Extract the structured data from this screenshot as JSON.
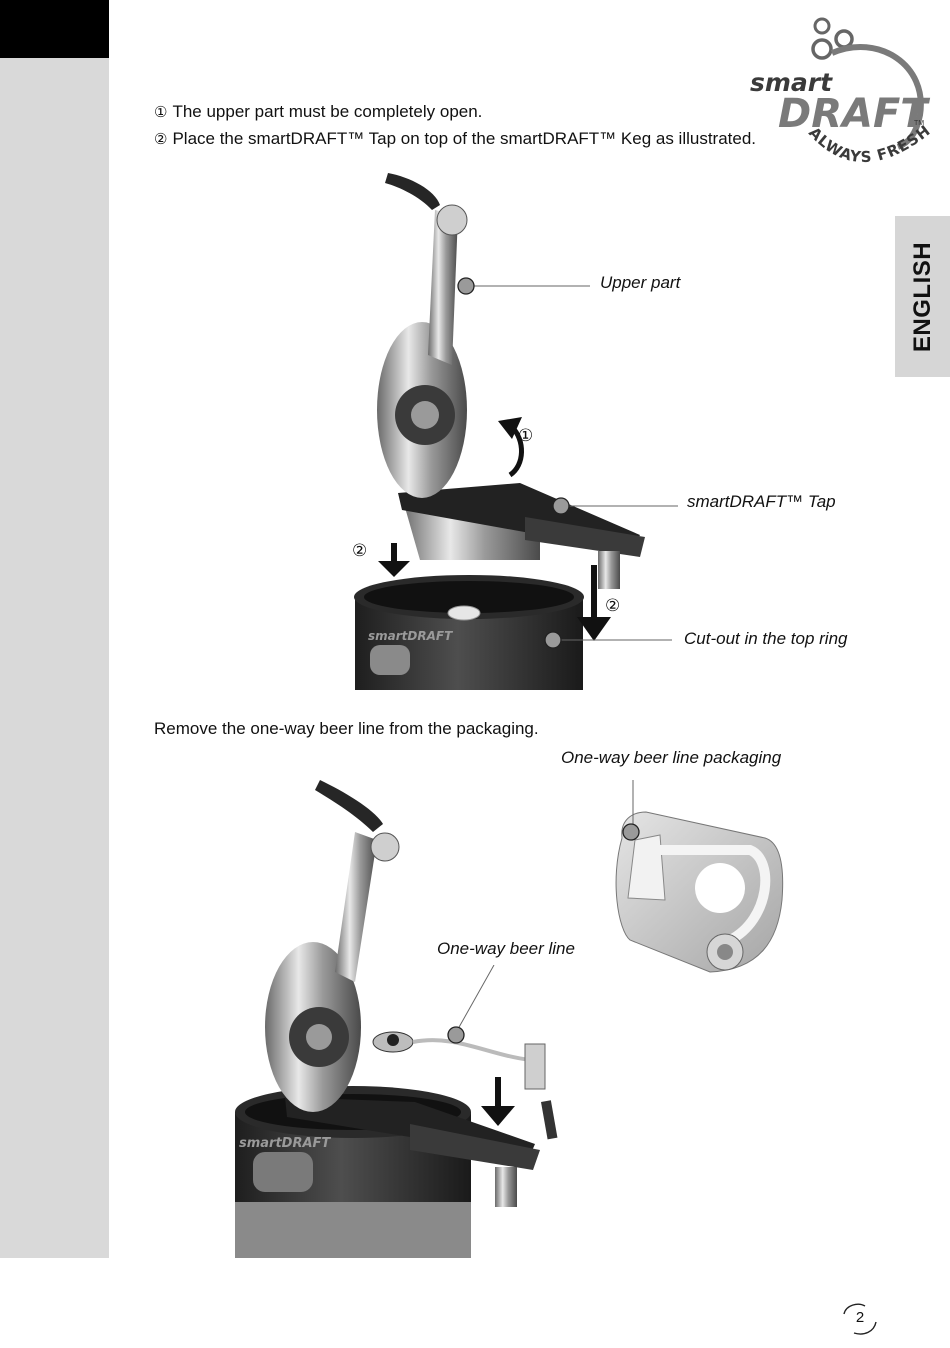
{
  "brand": {
    "line1": "smart",
    "line2": "DRAFT",
    "tm": "TM",
    "tagline": "ALWAYS FRESH",
    "colors": {
      "dark": "#3a3a3a",
      "mid": "#6e6e6e"
    }
  },
  "language_tab": {
    "label": "ENGLISH"
  },
  "section1": {
    "steps": [
      {
        "num": "①",
        "text": "The upper part must be completely open."
      },
      {
        "num": "②",
        "text": "Place the smartDRAFT™ Tap on top of the smartDRAFT™ Keg as illustrated."
      }
    ],
    "figure": {
      "keg_brand": "smartDRAFT",
      "step_markers": {
        "open": "①",
        "place_left": "②",
        "place_right": "②"
      },
      "callouts": {
        "upper_part": "Upper part",
        "tap": "smartDRAFT™ Tap",
        "cutout": "Cut-out in the top ring"
      }
    }
  },
  "section2": {
    "instruction": "Remove the one-way beer line from the packaging.",
    "figure": {
      "keg_brand": "smartDRAFT",
      "callouts": {
        "packaging": "One-way beer line packaging",
        "beer_line": "One-way beer line"
      }
    }
  },
  "footer": {
    "page_number": "2"
  }
}
